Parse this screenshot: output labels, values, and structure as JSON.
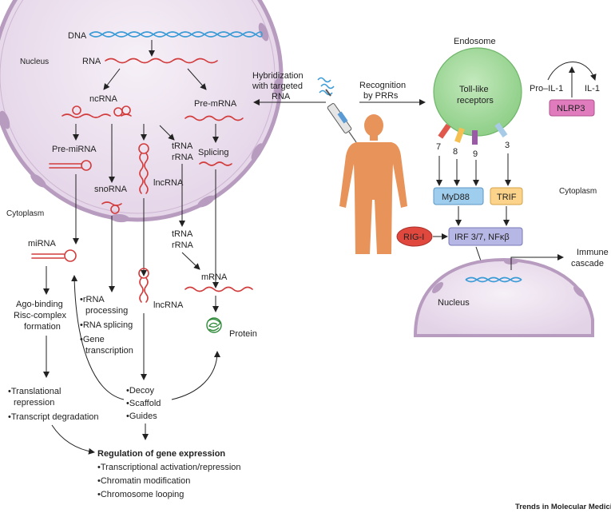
{
  "nucleus_left": {
    "label": "Nucleus",
    "dna": "DNA",
    "rna": "RNA",
    "ncrna": "ncRNA",
    "pre_mrna": "Pre-mRNA",
    "pre_mirna": "Pre-miRNA",
    "snorna": "snoRNA",
    "lncrna": "lncRNA",
    "trna": "tRNA",
    "rrna": "rRNA",
    "splicing": "Splicing"
  },
  "cytoplasm_left": {
    "label": "Cytoplasm",
    "mirna": "miRNA",
    "ago_line1": "Ago-binding",
    "ago_line2": "Risc-complex",
    "ago_line3": "formation",
    "mirna_effects": [
      "Translational",
      "repression",
      "Transcript degradation"
    ],
    "sno_effects": [
      "rRNA",
      "processing",
      "RNA splicing",
      "Gene",
      "transcription"
    ],
    "lncrna": "lncRNA",
    "lnc_effects": [
      "Decoy",
      "Scaffold",
      "Guides"
    ],
    "trna": "tRNA",
    "rrna": "rRNA",
    "mrna": "mRNA",
    "protein": "Protein"
  },
  "regulation": {
    "title": "Regulation of gene expression",
    "items": [
      "Transcriptional activation/repression",
      "Chromatin modification",
      "Chromosome looping"
    ]
  },
  "center": {
    "hybridization": [
      "Hybridization",
      "with targeted",
      "RNA"
    ],
    "recognition": [
      "Recognition",
      "by PRRs"
    ]
  },
  "right": {
    "endosome": "Endosome",
    "tlr_line1": "Toll-like",
    "tlr_line2": "receptors",
    "tlr_numbers": [
      "7",
      "8",
      "9",
      "3"
    ],
    "pro_il1": "Pro–IL-1",
    "il1": "IL-1",
    "nlrp3": "NLRP3",
    "myd88": "MyD88",
    "trif": "TRIF",
    "cytoplasm": "Cytoplasm",
    "rig_i": "RIG-I",
    "irf": "IRF 3/7, NFκβ",
    "immune_line1": "Immune",
    "immune_line2": "cascade",
    "nucleus": "Nucleus"
  },
  "colors": {
    "nucleus_fill": "#ece1ee",
    "nucleus_stroke": "#b89cc0",
    "rna": "#d23c3c",
    "dna": "#3a9bd6",
    "endosome_fill": "#a6dba0",
    "myd88_fill": "#9fcdee",
    "trif_fill": "#fbd38a",
    "irf_fill": "#b7b7e6",
    "rig_fill": "#e0483e",
    "nlrp3_fill": "#e07cbd",
    "person": "#e7935a",
    "protein": "#2f8a3a"
  },
  "footer": "Trends in Molecular Medicine"
}
